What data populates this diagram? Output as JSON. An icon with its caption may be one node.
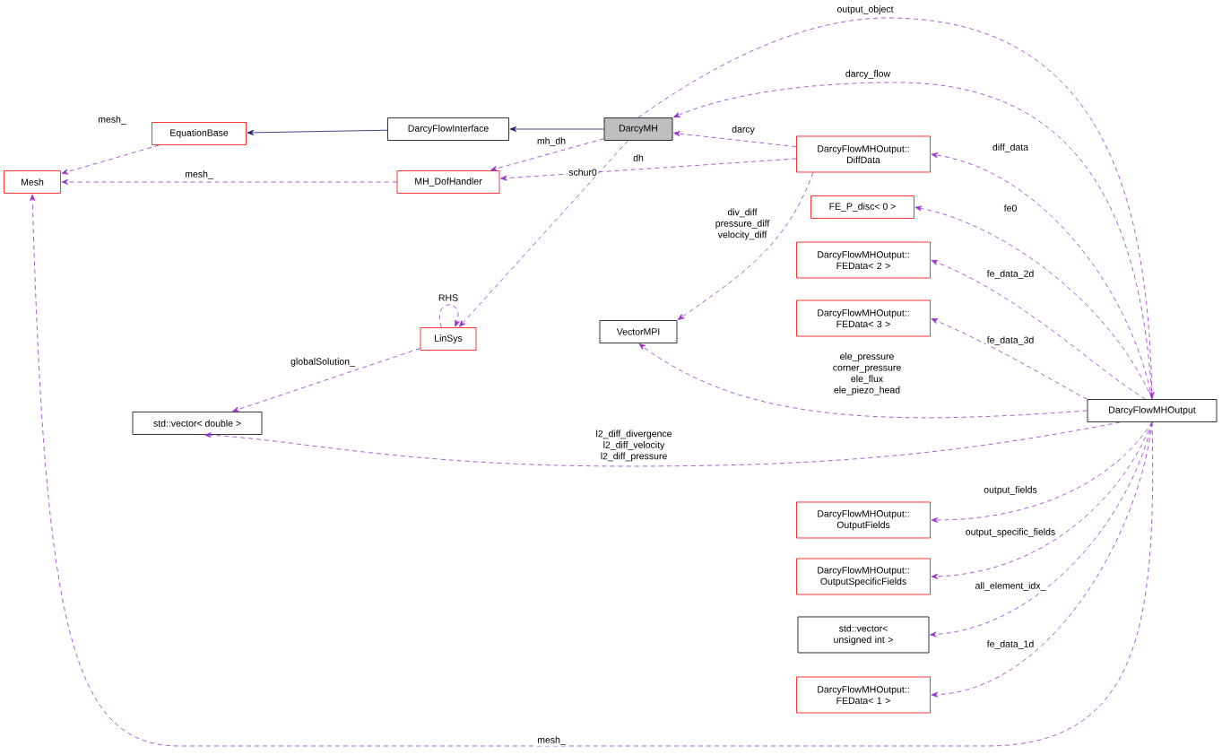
{
  "diagram": {
    "nodes": [
      {
        "text": [
          "Mesh"
        ]
      },
      {
        "text": [
          "EquationBase"
        ]
      },
      {
        "text": [
          "DarcyFlowInterface"
        ]
      },
      {
        "text": [
          "DarcyMH"
        ]
      },
      {
        "text": [
          "MH_DofHandler"
        ]
      },
      {
        "text": [
          "DarcyFlowMHOutput:: DiffData"
        ]
      },
      {
        "text": [
          "FE_P_disc< 0 >"
        ]
      },
      {
        "text": [
          "DarcyFlowMHOutput:: FEData< 2 >"
        ]
      },
      {
        "text": [
          "DarcyFlowMHOutput:: FEData< 3 >"
        ]
      },
      {
        "text": [
          "VectorMPI"
        ]
      },
      {
        "text": [
          "LinSys"
        ]
      },
      {
        "text": [
          "std::vector< double >"
        ]
      },
      {
        "text": [
          "DarcyFlowMHOutput"
        ]
      },
      {
        "text": [
          "DarcyFlowMHOutput:: OutputFields"
        ]
      },
      {
        "text": [
          "DarcyFlowMHOutput:: OutputSpecificFields"
        ]
      },
      {
        "text": [
          "std::vector< unsigned int >"
        ]
      },
      {
        "text": [
          "DarcyFlowMHOutput:: FEData< 1 >"
        ]
      }
    ],
    "edges": [
      {
        "from": 1,
        "to": 0,
        "arrow": "to",
        "label": "mesh_",
        "style": "dashed"
      },
      {
        "from": 2,
        "to": 1,
        "arrow": "to",
        "color": "#191970"
      },
      {
        "from": 3,
        "to": 2,
        "arrow": "to",
        "color": "#191970"
      },
      {
        "from": 4,
        "to": 0,
        "arrow": "to",
        "label": "mesh_",
        "style": "dashed"
      },
      {
        "from": 3,
        "to": 4,
        "arrow": "to",
        "label": "mh_dh",
        "style": "dashed"
      },
      {
        "from": 3,
        "to": 10,
        "arrow": "to",
        "label": "schur0",
        "style": "dashed"
      },
      {
        "from": 10,
        "to": 10,
        "arrow": "to",
        "label": "RHS",
        "style": "dashed"
      },
      {
        "from": 10,
        "to": 11,
        "arrow": "to",
        "label": "globalSolution_",
        "style": "dashed"
      },
      {
        "from": 5,
        "to": 3,
        "arrow": "to",
        "label": "darcy",
        "style": "dashed"
      },
      {
        "from": 5,
        "to": 4,
        "arrow": "to",
        "label": "dh",
        "style": "dashed"
      },
      {
        "from": 5,
        "to": 9,
        "arrow": "to",
        "label": "div_diff pressure_diff velocity_diff",
        "style": "dashed"
      },
      {
        "from": 3,
        "to": 12,
        "arrow": "to",
        "label": "output_object",
        "style": "dashed"
      },
      {
        "from": 12,
        "to": 3,
        "arrow": "to",
        "label": "darcy_flow",
        "style": "dashed"
      },
      {
        "from": 12,
        "to": 5,
        "arrow": "to",
        "label": "diff_data",
        "style": "dashed"
      },
      {
        "from": 12,
        "to": 6,
        "arrow": "to",
        "label": "fe0",
        "style": "dashed"
      },
      {
        "from": 12,
        "to": 7,
        "arrow": "to",
        "label": "fe_data_2d",
        "style": "dashed"
      },
      {
        "from": 12,
        "to": 8,
        "arrow": "to",
        "label": "fe_data_3d",
        "style": "dashed"
      },
      {
        "from": 12,
        "to": 9,
        "arrow": "to",
        "label": "ele_pressure corner_pressure ele_flux ele_piezo_head",
        "style": "dashed"
      },
      {
        "from": 12,
        "to": 11,
        "arrow": "to",
        "label": "l2_diff_divergence l2_diff_velocity l2_diff_pressure",
        "style": "dashed"
      },
      {
        "from": 12,
        "to": 13,
        "arrow": "to",
        "label": "output_fields",
        "style": "dashed"
      },
      {
        "from": 12,
        "to": 14,
        "arrow": "to",
        "label": "output_specific_fields",
        "style": "dashed"
      },
      {
        "from": 12,
        "to": 15,
        "arrow": "to",
        "label": "all_element_idx_",
        "style": "dashed"
      },
      {
        "from": 12,
        "to": 16,
        "arrow": "to",
        "label": "fe_data_1d",
        "style": "dashed"
      },
      {
        "from": 12,
        "to": 0,
        "arrow": "to",
        "label": "mesh_",
        "style": "dashed"
      }
    ]
  }
}
